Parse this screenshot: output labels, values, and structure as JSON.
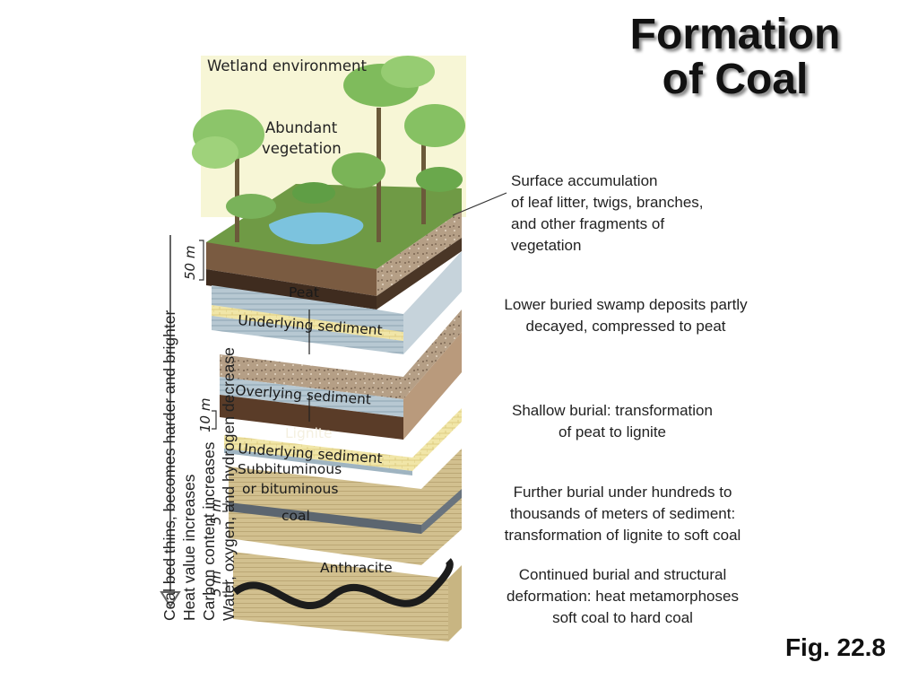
{
  "title": {
    "line1": "Formation",
    "line2": "of Coal"
  },
  "figure_number": "Fig. 22.8",
  "top_labels": {
    "environment": "Wetland environment",
    "vegetation_1": "Abundant",
    "vegetation_2": "vegetation"
  },
  "layer_labels": {
    "peat": "Peat",
    "underlying_sediment_1": "Underlying sediment",
    "overlying_sediment": "Overlying sediment",
    "lignite": "Lignite",
    "underlying_sediment_2": "Underlying sediment",
    "subbituminous_1": "Subbituminous",
    "subbituminous_2": "or bituminous",
    "subbituminous_3": "coal",
    "anthracite": "Anthracite"
  },
  "thickness_labels": {
    "t50": "50 m",
    "t10": "10 m",
    "t5a": "5 m",
    "t5b": "5 m"
  },
  "side_text": [
    "Coal bed thins, becomes harder and brighter",
    "Heat value increases",
    "Carbon content increases",
    "Water, oxygen, and hydrogen decrease"
  ],
  "descriptions": {
    "surface": [
      "Surface accumulation",
      "of leaf litter, twigs, branches,",
      "and other fragments of",
      "vegetation"
    ],
    "peat": [
      "Lower buried swamp deposits partly",
      "decayed, compressed to peat"
    ],
    "lignite": [
      "Shallow burial: transformation",
      "of peat to lignite"
    ],
    "bituminous": [
      "Further burial under hundreds to",
      "thousands of meters of sediment:",
      "transformation of lignite to soft coal"
    ],
    "anthracite": [
      "Continued burial and structural",
      "deformation: heat metamorphoses",
      "soft coal to hard coal"
    ]
  },
  "colors": {
    "sky": "#f6f5d2",
    "grass": "#5f8f3a",
    "water": "#7fc4dd",
    "soil": "#8a6a4c",
    "peat": "#4a3424",
    "sediment_blue": "#a9bdc9",
    "sediment_yellow": "#efe3a0",
    "lignite": "#5a3c28",
    "coal_tan": "#cbb787",
    "anthracite": "#1e1e1e"
  }
}
